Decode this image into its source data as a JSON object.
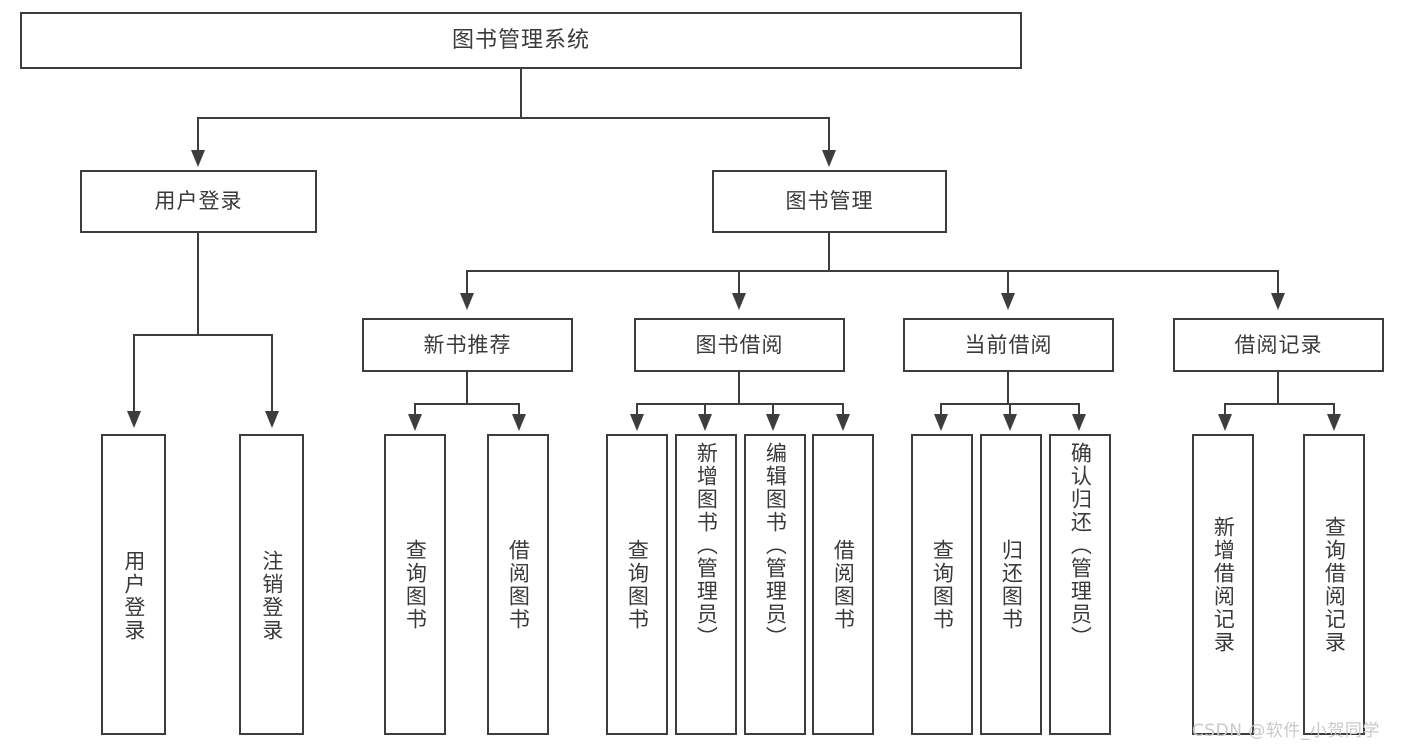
{
  "diagram": {
    "title": "图书管理系统",
    "type": "hierarchy-tree",
    "watermark": "CSDN @软件_小贺同学",
    "colors": {
      "border": "#3d3d3d",
      "text": "#3a3a3a",
      "background": "#ffffff",
      "watermark": "#c9c9c9"
    },
    "root": {
      "label": "图书管理系统"
    },
    "level2": [
      {
        "label": "用户登录"
      },
      {
        "label": "图书管理"
      }
    ],
    "level3": [
      {
        "label": "新书推荐"
      },
      {
        "label": "图书借阅"
      },
      {
        "label": "当前借阅"
      },
      {
        "label": "借阅记录"
      }
    ],
    "leaves": {
      "user_login": [
        {
          "label": "用户登录"
        },
        {
          "label": "注销登录"
        }
      ],
      "new_book_recommend": [
        {
          "label": "查询图书"
        },
        {
          "label": "借阅图书"
        }
      ],
      "book_borrow": [
        {
          "label": "查询图书"
        },
        {
          "label": "新增图书（管理员）"
        },
        {
          "label": "编辑图书（管理员）"
        },
        {
          "label": "借阅图书"
        }
      ],
      "current_borrow": [
        {
          "label": "查询图书"
        },
        {
          "label": "归还图书"
        },
        {
          "label": "确认归还（管理员）"
        }
      ],
      "borrow_record": [
        {
          "label": "新增借阅记录"
        },
        {
          "label": "查询借阅记录"
        }
      ]
    }
  }
}
